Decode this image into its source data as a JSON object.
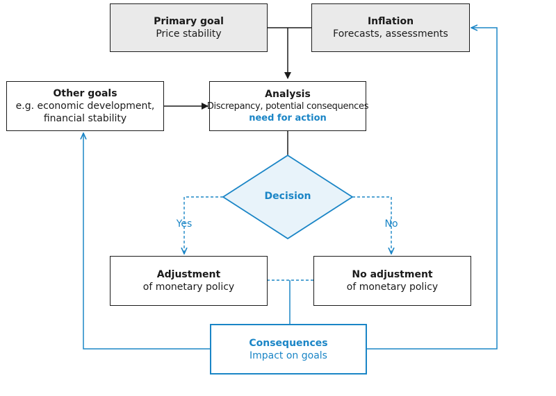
{
  "primary_goal": {
    "title": "Primary goal",
    "subtitle": "Price stability"
  },
  "inflation": {
    "title": "Inflation",
    "subtitle": "Forecasts, assessments"
  },
  "other_goals": {
    "title": "Other goals",
    "line1": "e.g. economic development,",
    "line2": "financial stability"
  },
  "analysis": {
    "title": "Analysis",
    "line1": "Discrepancy, potential consequences",
    "line2": "need for action"
  },
  "decision": {
    "label": "Decision",
    "yes": "Yes",
    "no": "No"
  },
  "adjustment": {
    "title": "Adjustment",
    "subtitle": "of monetary policy"
  },
  "no_adjustment": {
    "title": "No adjustment",
    "subtitle": "of monetary policy"
  },
  "consequences": {
    "title": "Consequences",
    "subtitle": "Impact on goals"
  },
  "colors": {
    "accent": "#1a85c6",
    "line": "#1a1a1a",
    "grey_fill": "#eaeaea",
    "diamond_fill": "#e8f3fa"
  }
}
